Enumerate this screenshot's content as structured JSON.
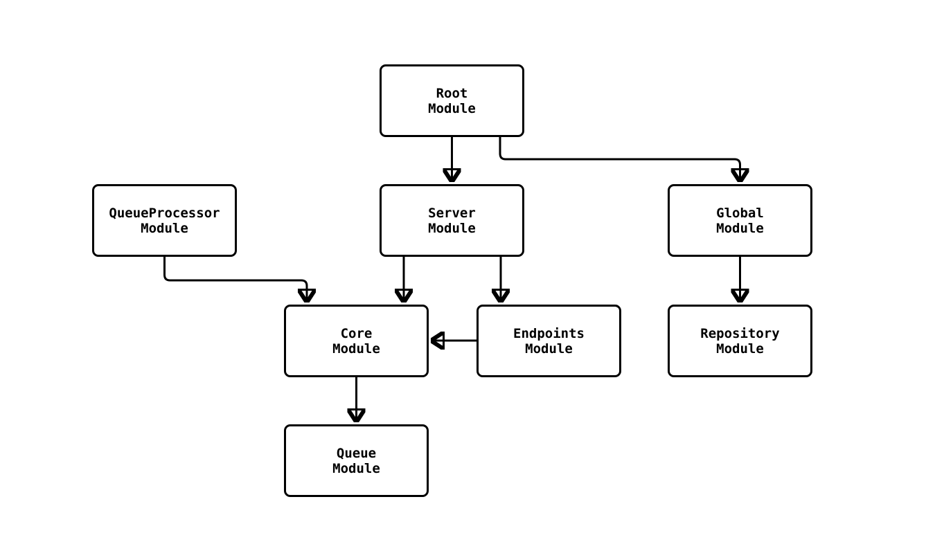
{
  "diagram": {
    "type": "flowchart",
    "background_color": "#ffffff",
    "stroke_color": "#000000",
    "box_fill_color": "#ffffff",
    "text_color": "#000000",
    "nodes": [
      {
        "id": "root",
        "line1": "Root",
        "line2": "Module"
      },
      {
        "id": "queueprocessor",
        "line1": "QueueProcessor",
        "line2": "Module"
      },
      {
        "id": "server",
        "line1": "Server",
        "line2": "Module"
      },
      {
        "id": "global",
        "line1": "Global",
        "line2": "Module"
      },
      {
        "id": "core",
        "line1": "Core",
        "line2": "Module"
      },
      {
        "id": "endpoints",
        "line1": "Endpoints",
        "line2": "Module"
      },
      {
        "id": "repository",
        "line1": "Repository",
        "line2": "Module"
      },
      {
        "id": "queue",
        "line1": "Queue",
        "line2": "Module"
      }
    ],
    "edges": [
      {
        "from": "Root Module",
        "to": "Server Module"
      },
      {
        "from": "Root Module",
        "to": "Global Module"
      },
      {
        "from": "QueueProcessor Module",
        "to": "Core Module"
      },
      {
        "from": "Server Module",
        "to": "Core Module"
      },
      {
        "from": "Server Module",
        "to": "Endpoints Module"
      },
      {
        "from": "Endpoints Module",
        "to": "Core Module"
      },
      {
        "from": "Global Module",
        "to": "Repository Module"
      },
      {
        "from": "Core Module",
        "to": "Queue Module"
      }
    ]
  }
}
